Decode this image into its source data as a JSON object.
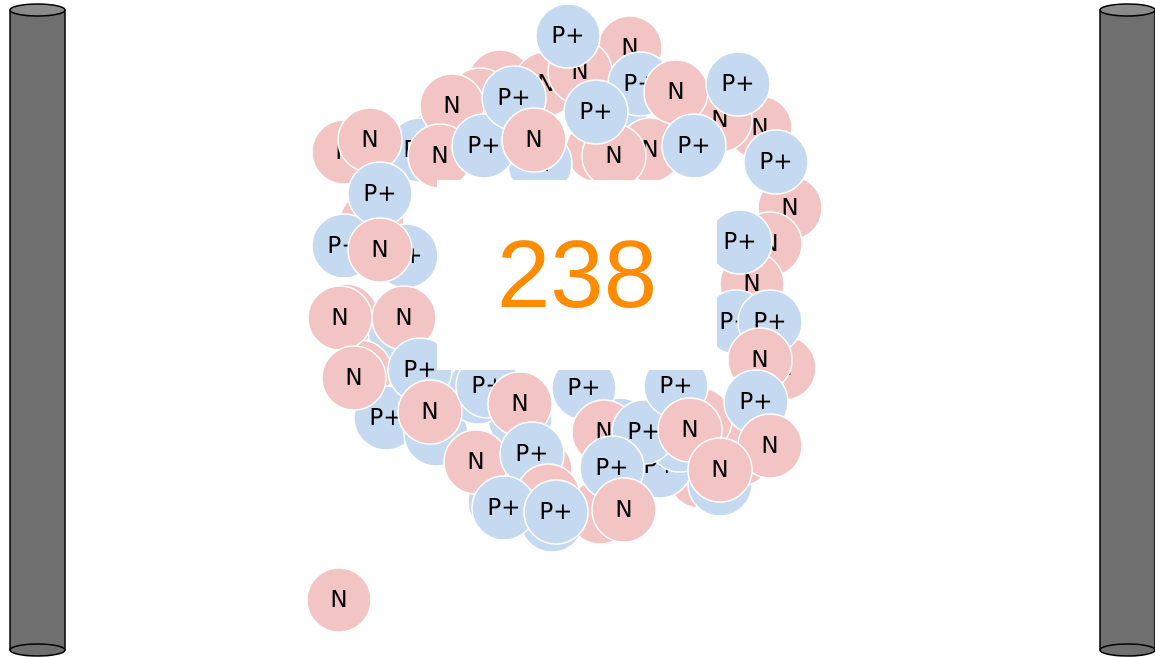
{
  "nucleus": {
    "mass_number": "238",
    "mass_number_color": "#FF8C00",
    "proton_label": "P+",
    "neutron_label": "N",
    "proton_color": "#C5DAF0",
    "neutron_color": "#F2C4C4"
  },
  "free_neutron": {
    "label": "N"
  },
  "electrodes": {
    "color": "#6f6f6f",
    "outline_color": "#000000"
  }
}
